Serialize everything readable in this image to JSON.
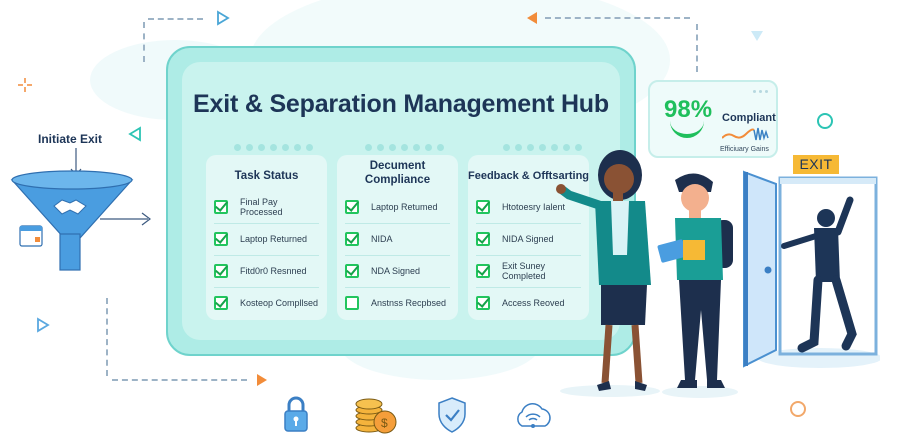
{
  "hub": {
    "title": "Exit & Separation Management Hub",
    "cards": [
      {
        "title": "Task Status",
        "items": [
          {
            "label": "Final Pay Processed",
            "checked": true
          },
          {
            "label": "Laptop Returned",
            "checked": true
          },
          {
            "label": "Fitd0r0 Resnned",
            "checked": true
          },
          {
            "label": "Kosteop Compllsed",
            "checked": true
          }
        ]
      },
      {
        "title": "Decument Compliance",
        "title_lines": [
          "Decument",
          "Compliance"
        ],
        "items": [
          {
            "label": "Laptop Retumed",
            "checked": true
          },
          {
            "label": "NIDA",
            "checked": true
          },
          {
            "label": "NDA Signed",
            "checked": true
          },
          {
            "label": "Anstnss Recpbsed",
            "checked": false
          }
        ]
      },
      {
        "title": "Feedback & Offtsarting",
        "items": [
          {
            "label": "Htotoesry Ialent",
            "checked": true
          },
          {
            "label": "NIDA Signed",
            "checked": true
          },
          {
            "label": "Exit Suney Completed",
            "checked": true
          },
          {
            "label": "Access Reoved",
            "checked": true
          }
        ]
      }
    ]
  },
  "funnel": {
    "label": "Initiate Exit",
    "icons": [
      "handshake-icon",
      "calendar-icon"
    ]
  },
  "compliance_widget": {
    "percent": "98%",
    "label": "Compliant",
    "sublabel": "Efficiuary Gains",
    "accent": "#1fbf5c"
  },
  "exit_door": {
    "sign": "EXIT",
    "sign_color": "#f6b935"
  },
  "bottom_icons": [
    "lock-icon",
    "coins-icon",
    "shield-check-icon",
    "cloud-wifi-icon"
  ],
  "colors": {
    "panel": "#aeece6",
    "panel_border": "#6fd3cc",
    "card": "#e3f8f6",
    "title": "#1d3557",
    "check": "#22c55e",
    "orange": "#f28c3a"
  }
}
